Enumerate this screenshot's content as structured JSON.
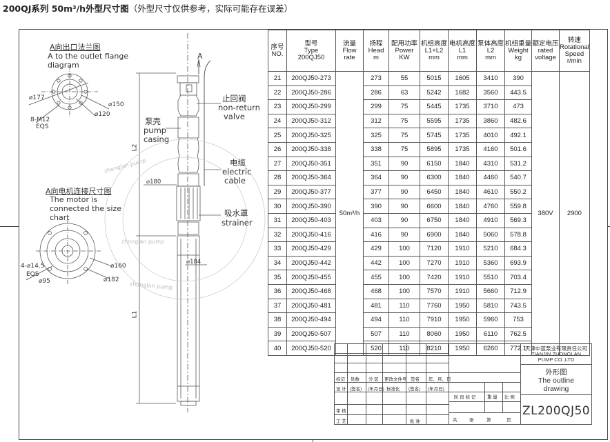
{
  "header": {
    "title": "200QJ系列 50m³/h外型尺寸图",
    "note": "（外型尺寸仅供参考，实际可能存在误差）"
  },
  "drawing": {
    "flange_title_cn": "A向出口法兰图",
    "flange_title_en1": "A to the outlet flange",
    "flange_title_en2": "diagram",
    "flange_dims": [
      "⌀177",
      "⌀150",
      "⌀120",
      "8-M12",
      "EQS"
    ],
    "motor_title_cn": "A向电机连接尺寸图",
    "motor_title_en1": "The motor is",
    "motor_title_en2": "connected the size",
    "motor_title_en3": "chart",
    "motor_dims": [
      "4-⌀14.5",
      "EQS",
      "⌀95",
      "⌀160",
      "⌀182"
    ],
    "arrow_label": "A",
    "check_valve_cn": "止回阀",
    "check_valve_en1": "non-return",
    "check_valve_en2": "valve",
    "pump_casing_cn": "泵壳",
    "pump_casing_en1": "pump",
    "pump_casing_en2": "casing",
    "cable_cn": "电缆",
    "cable_en1": "electric",
    "cable_en2": "cable",
    "strainer_cn": "吸水罩",
    "strainer_en": "strainer",
    "dim_l2": "L2",
    "dim_l1": "L1",
    "dim_180": "⌀180",
    "dim_184": "⌀184",
    "watermark": "zhonglan pump"
  },
  "table": {
    "headers": [
      [
        "序号",
        "NO."
      ],
      [
        "型号",
        "Type",
        "200QJ50"
      ],
      [
        "流量",
        "Flow",
        "rate"
      ],
      [
        "扬程",
        "Head",
        "m"
      ],
      [
        "配用功率",
        "Power",
        "KW"
      ],
      [
        "机组高度",
        "L1+L2",
        "mm"
      ],
      [
        "电机高度",
        "L1",
        "mm"
      ],
      [
        "泵体高度",
        "L2",
        "mm"
      ],
      [
        "机组重量",
        "Weight",
        "kg"
      ],
      [
        "额定电压",
        "rated",
        "voltage"
      ],
      [
        "转速",
        "Rotational",
        "Speed",
        "r/min"
      ]
    ],
    "flow": "50m³/h",
    "voltage": "380V",
    "speed": "2900",
    "rows": [
      [
        "21",
        "200QJ50-273",
        "273",
        "55",
        "5015",
        "1605",
        "3410",
        "390"
      ],
      [
        "22",
        "200QJ50-286",
        "286",
        "63",
        "5242",
        "1682",
        "3560",
        "443.5"
      ],
      [
        "23",
        "200QJ50-299",
        "299",
        "75",
        "5445",
        "1735",
        "3710",
        "473"
      ],
      [
        "24",
        "200QJ50-312",
        "312",
        "75",
        "5595",
        "1735",
        "3860",
        "482.6"
      ],
      [
        "25",
        "200QJ50-325",
        "325",
        "75",
        "5745",
        "1735",
        "4010",
        "492.1"
      ],
      [
        "26",
        "200QJ50-338",
        "338",
        "75",
        "5895",
        "1735",
        "4160",
        "501.6"
      ],
      [
        "27",
        "200QJ50-351",
        "351",
        "90",
        "6150",
        "1840",
        "4310",
        "531.2"
      ],
      [
        "28",
        "200QJ50-364",
        "364",
        "90",
        "6300",
        "1840",
        "4460",
        "540.7"
      ],
      [
        "29",
        "200QJ50-377",
        "377",
        "90",
        "6450",
        "1840",
        "4610",
        "550.2"
      ],
      [
        "30",
        "200QJ50-390",
        "390",
        "90",
        "6600",
        "1840",
        "4760",
        "559.8"
      ],
      [
        "31",
        "200QJ50-403",
        "403",
        "90",
        "6750",
        "1840",
        "4910",
        "569.3"
      ],
      [
        "32",
        "200QJ50-416",
        "416",
        "90",
        "6900",
        "1840",
        "5060",
        "578.8"
      ],
      [
        "33",
        "200QJ50-429",
        "429",
        "100",
        "7120",
        "1910",
        "5210",
        "684.3"
      ],
      [
        "34",
        "200QJ50-442",
        "442",
        "100",
        "7270",
        "1910",
        "5360",
        "693.9"
      ],
      [
        "35",
        "200QJ50-455",
        "455",
        "100",
        "7420",
        "1910",
        "5510",
        "703.4"
      ],
      [
        "36",
        "200QJ50-468",
        "468",
        "100",
        "7570",
        "1910",
        "5660",
        "712.9"
      ],
      [
        "37",
        "200QJ50-481",
        "481",
        "110",
        "7760",
        "1950",
        "5810",
        "743.5"
      ],
      [
        "38",
        "200QJ50-494",
        "494",
        "110",
        "7910",
        "1950",
        "5960",
        "753"
      ],
      [
        "39",
        "200QJ50-507",
        "507",
        "110",
        "8060",
        "1950",
        "6110",
        "762.5"
      ],
      [
        "40",
        "200QJ50-520",
        "520",
        "110",
        "8210",
        "1950",
        "6260",
        "772.1"
      ]
    ]
  },
  "title_block": {
    "company_cn": "天津中蓝泵业有限责任公司",
    "company_en1": "TIANJIN ZHONGLAN",
    "company_en2": "PUMP CO.,LTD",
    "drawing_cn": "外形图",
    "drawing_en1": "The outline",
    "drawing_en2": "drawing",
    "drawing_no": "ZL200QJ50",
    "row1": [
      "标记",
      "处数",
      "分 区",
      "更改文件号",
      "签名",
      "年、月、日"
    ],
    "row2": [
      "设 计",
      "(签名)",
      "(年月日)",
      "标准化",
      "(签名)",
      "(年月日)"
    ],
    "stage": "阶 段 标 记",
    "weight": "重 量",
    "scale": "比 例",
    "review": "审 核",
    "process": "工 艺",
    "approve": "批 准",
    "sheets": [
      "共",
      "张",
      "第",
      "页"
    ]
  }
}
